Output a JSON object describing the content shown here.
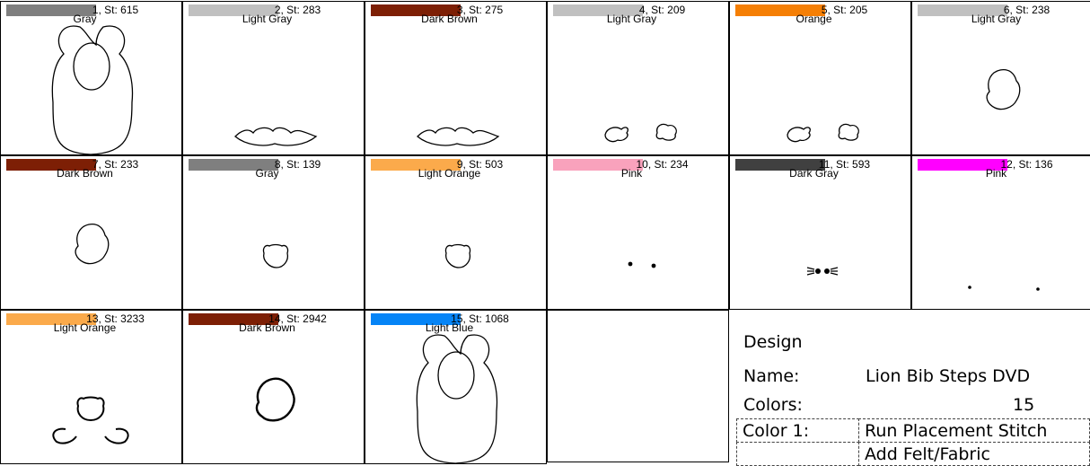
{
  "colors": {
    "gray": "#7f7f7f",
    "light_gray": "#c0c0c0",
    "dark_brown": "#7d1f05",
    "orange": "#f57f05",
    "light_orange": "#fbaa4b",
    "pink": "#f9a2bc",
    "dark_gray": "#404040",
    "magenta": "#ff00ff",
    "light_blue": "#0584f6"
  },
  "steps": [
    {
      "label": "1, St: 615",
      "color_name": "Gray",
      "swatch": "#7f7f7f",
      "art": "bib-outline-icon"
    },
    {
      "label": "2, St: 283",
      "color_name": "Light Gray",
      "swatch": "#c0c0c0",
      "art": "mane-bottom-icon"
    },
    {
      "label": "3, St: 275",
      "color_name": "Dark Brown",
      "swatch": "#7d1f05",
      "art": "mane-bottom-icon"
    },
    {
      "label": "4, St: 209",
      "color_name": "Light Gray",
      "swatch": "#c0c0c0",
      "art": "two-paws-icon"
    },
    {
      "label": "5, St: 205",
      "color_name": "Orange",
      "swatch": "#f57f05",
      "art": "two-paws-icon"
    },
    {
      "label": "6, St: 238",
      "color_name": "Light Gray",
      "swatch": "#c0c0c0",
      "art": "mane-circle-icon"
    },
    {
      "label": "7, St: 233",
      "color_name": "Dark Brown",
      "swatch": "#7d1f05",
      "art": "mane-circle-icon"
    },
    {
      "label": "8, St: 139",
      "color_name": "Gray",
      "swatch": "#7f7f7f",
      "art": "lion-face-icon"
    },
    {
      "label": "9, St: 503",
      "color_name": "Light Orange",
      "swatch": "#fbaa4b",
      "art": "lion-face-icon"
    },
    {
      "label": "10, St: 234",
      "color_name": "Pink",
      "swatch": "#f9a2bc",
      "art": "eyes-icon"
    },
    {
      "label": "11, St: 593",
      "color_name": "Dark Gray",
      "swatch": "#404040",
      "art": "nose-whiskers-icon"
    },
    {
      "label": "12, St: 136",
      "color_name": "Pink",
      "swatch": "#ff00ff",
      "art": "cheek-dots-icon"
    },
    {
      "label": "13, St: 3233",
      "color_name": "Light Orange",
      "swatch": "#fbaa4b",
      "art": "lion-paws-face-icon"
    },
    {
      "label": "14, St: 2942",
      "color_name": "Dark Brown",
      "swatch": "#7d1f05",
      "art": "mane-circle-bold-icon"
    },
    {
      "label": "15, St: 1068",
      "color_name": "Light Blue",
      "swatch": "#0584f6",
      "art": "bib-outline-icon"
    }
  ],
  "design": {
    "heading": "Design",
    "name_label": "Name:",
    "name_value": "Lion Bib Steps DVD",
    "colors_label": "Colors:",
    "colors_value": "15"
  },
  "color_table": {
    "row1_label": "Color 1:",
    "row1_value": "Run Placement Stitch",
    "row2_value": "Add Felt/Fabric"
  }
}
